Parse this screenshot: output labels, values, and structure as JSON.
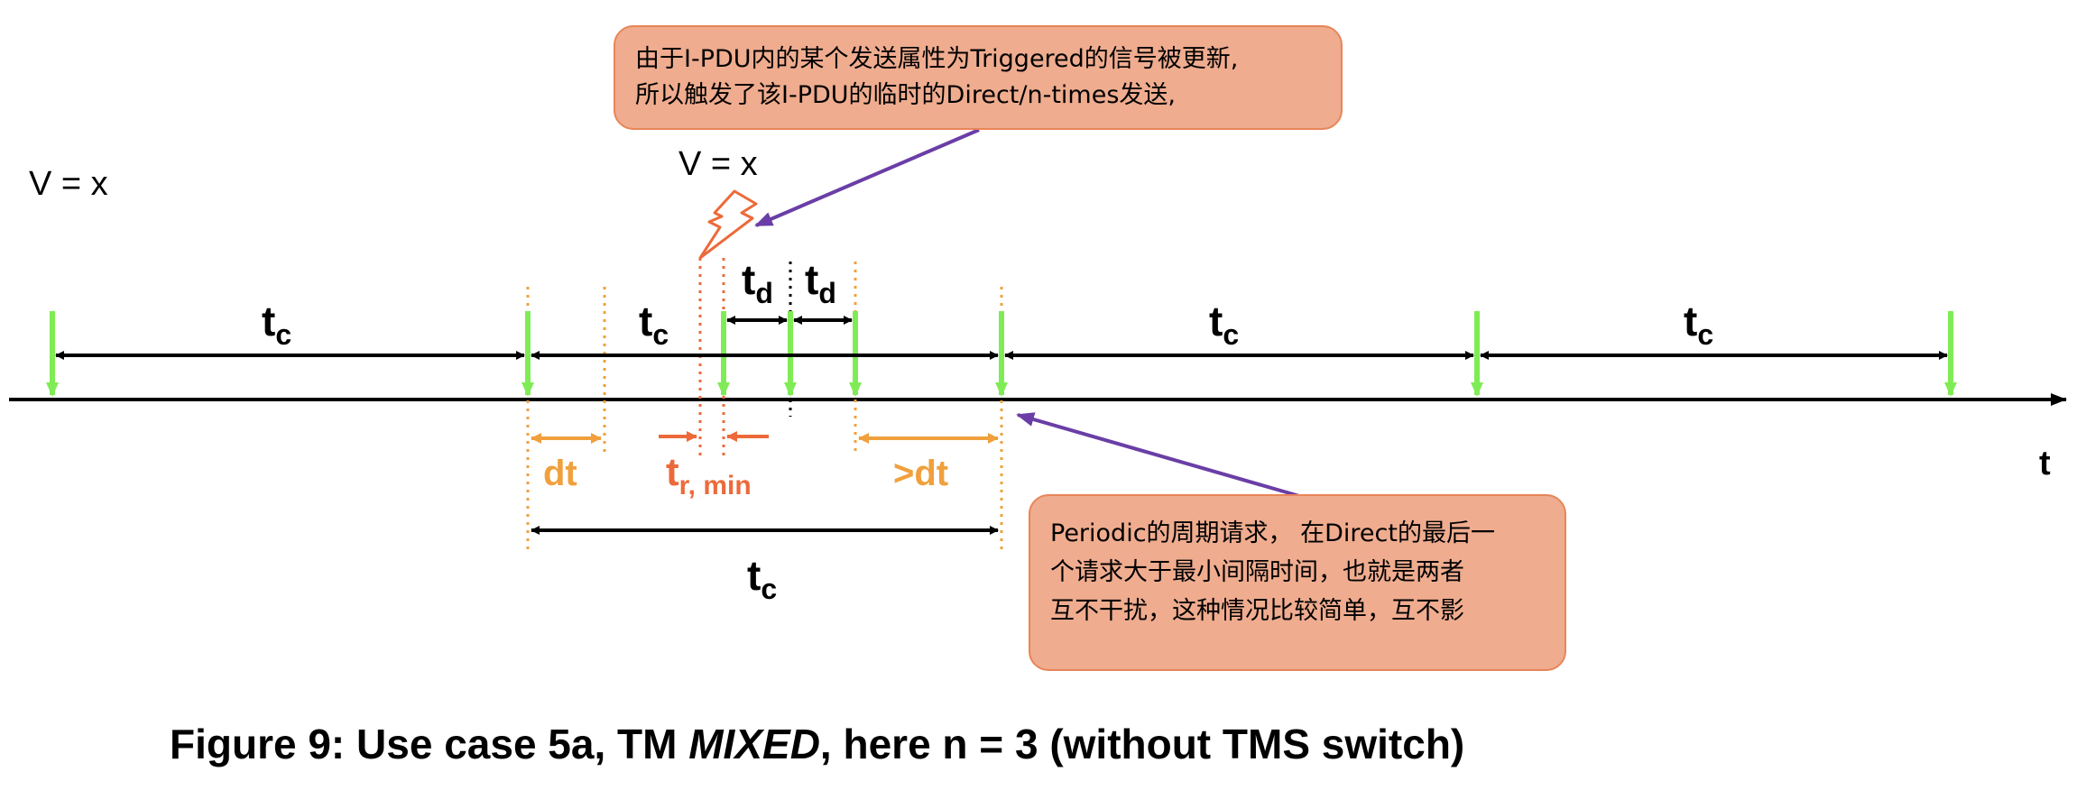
{
  "labels": {
    "v_left": "V = x",
    "v_trigger": "V = x",
    "time_axis": "t",
    "tc": "t",
    "tc_sub": "c",
    "td": "t",
    "td_sub": "d",
    "dt": "dt",
    "gt_dt": ">dt",
    "tr_main": "t",
    "tr_sub": "r, min"
  },
  "callout_top": {
    "lines": [
      "由于I-PDU内的某个发送属性为Triggered的信号被更新,",
      "所以触发了该I-PDU的临时的Direct/n-times发送,"
    ]
  },
  "callout_bottom": {
    "lines": [
      "Periodic的周期请求， 在Direct的最后一",
      "个请求大于最小间隔时间，也就是两者",
      "互不干扰，这种情况比较简单，互不影"
    ]
  },
  "caption": {
    "before": "Figure 9: Use case 5a, TM ",
    "italic": "MIXED",
    "after": ", here n = 3 (without TMS switch)"
  },
  "colors": {
    "green": "#7fec55",
    "orange": "#f0a03c",
    "red_orange": "#ec6a3a",
    "purple": "#6a3ea6",
    "callout_fill": "#efac8f",
    "callout_border": "#e88558"
  }
}
